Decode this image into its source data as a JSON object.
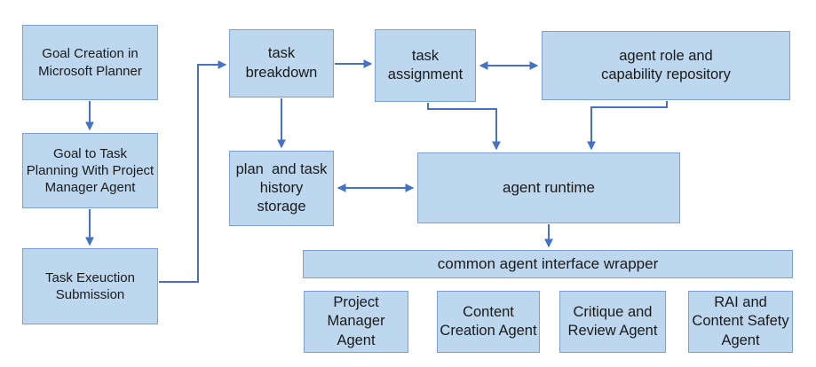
{
  "diagram": {
    "background": "#ffffff",
    "colors": {
      "node_fill": "#bdd7ee",
      "node_border": "#7ca0d6",
      "arrow": "#4472c4",
      "text": "#1a1a1a"
    },
    "nodes": {
      "goal_creation": {
        "label": "Goal Creation in\nMicrosoft Planner"
      },
      "goal_to_task_planning": {
        "label": "Goal to Task\nPlanning With Project\nManager Agent"
      },
      "task_execution_submission": {
        "label": "Task Exeuction\nSubmission"
      },
      "task_breakdown": {
        "label": "task\nbreakdown"
      },
      "task_assignment": {
        "label": "task\nassignment"
      },
      "agent_role_repository": {
        "label": "agent role and\ncapability repository"
      },
      "plan_history_storage": {
        "label": "plan  and task\nhistory\nstorage"
      },
      "agent_runtime": {
        "label": "agent runtime"
      },
      "interface_wrapper": {
        "label": "common agent interface wrapper"
      },
      "project_manager_agent": {
        "label": "Project\nManager\nAgent"
      },
      "content_creation_agent": {
        "label": "Content\nCreation Agent"
      },
      "critique_review_agent": {
        "label": "Critique and\nReview Agent"
      },
      "rai_safety_agent": {
        "label": "RAI and\nContent Safety\nAgent"
      }
    },
    "edges": [
      {
        "from": "goal_creation",
        "to": "goal_to_task_planning",
        "style": "arrow"
      },
      {
        "from": "goal_to_task_planning",
        "to": "task_execution_submission",
        "style": "arrow"
      },
      {
        "from": "task_execution_submission",
        "to": "task_breakdown",
        "style": "arrow"
      },
      {
        "from": "task_breakdown",
        "to": "task_assignment",
        "style": "arrow"
      },
      {
        "from": "task_assignment",
        "to": "agent_role_repository",
        "style": "double-arrow"
      },
      {
        "from": "task_breakdown",
        "to": "plan_history_storage",
        "style": "arrow"
      },
      {
        "from": "plan_history_storage",
        "to": "agent_runtime",
        "style": "double-arrow"
      },
      {
        "from": "task_assignment",
        "to": "agent_runtime",
        "style": "arrow"
      },
      {
        "from": "agent_role_repository",
        "to": "agent_runtime",
        "style": "arrow"
      },
      {
        "from": "agent_runtime",
        "to": "interface_wrapper",
        "style": "arrow"
      }
    ]
  }
}
